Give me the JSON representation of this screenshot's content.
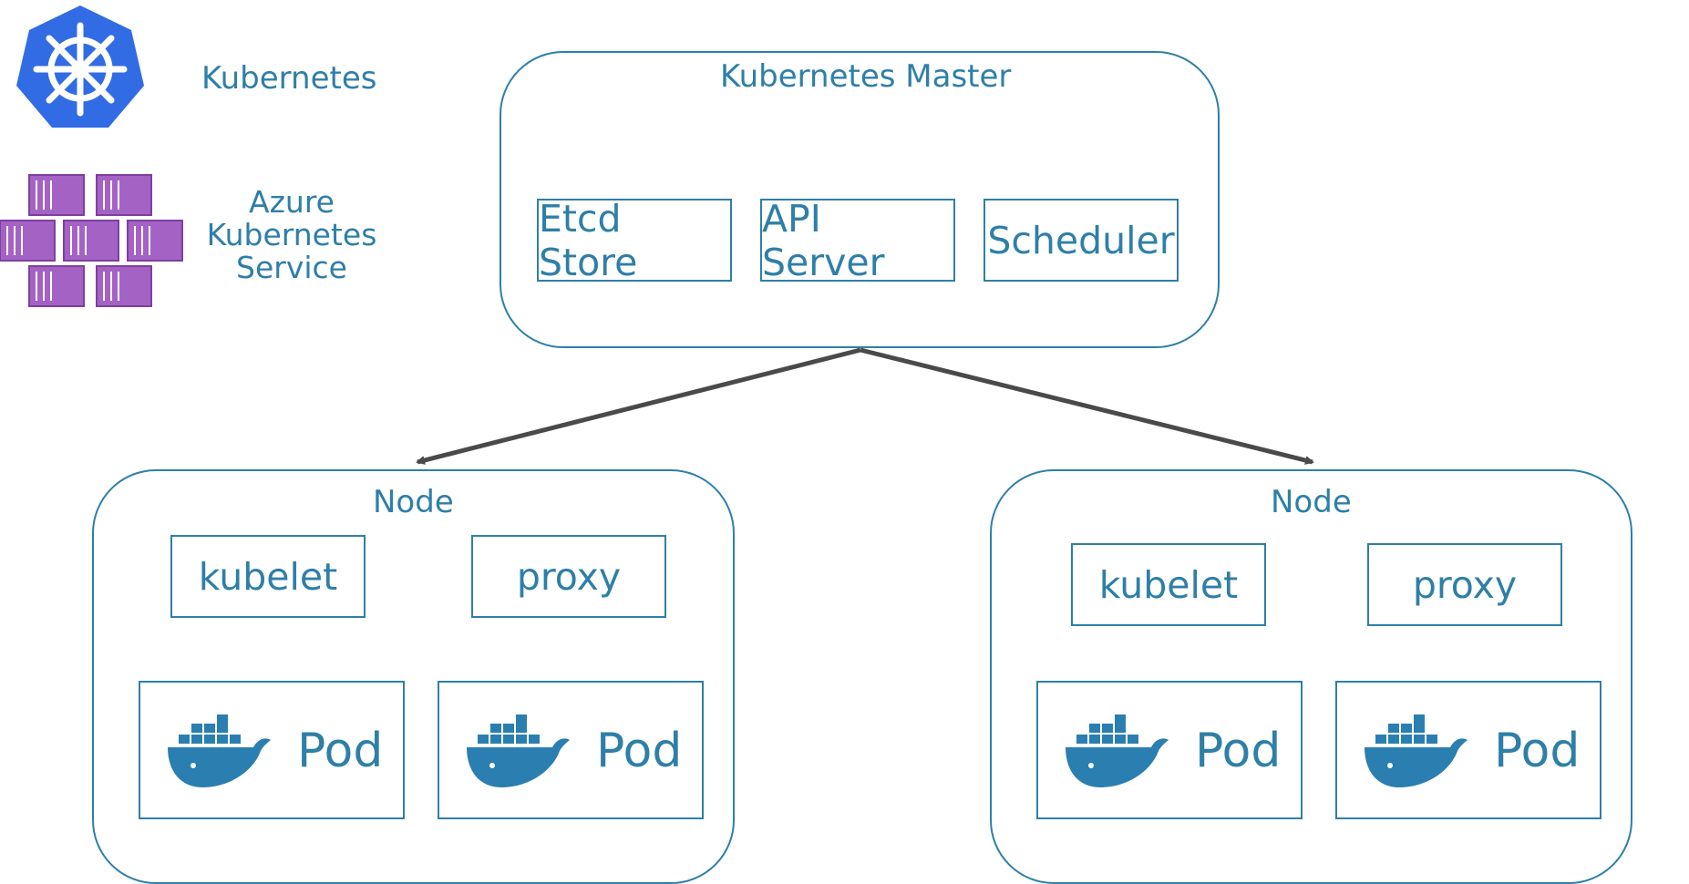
{
  "legend": {
    "kubernetes_label": "Kubernetes",
    "aks_label_lines": [
      "Azure",
      "Kubernetes",
      "Service"
    ]
  },
  "master": {
    "title": "Kubernetes Master",
    "components": [
      "Etcd Store",
      "API Server",
      "Scheduler"
    ]
  },
  "nodes": [
    {
      "title": "Node",
      "agents": [
        "kubelet",
        "proxy"
      ],
      "pods": [
        "Pod",
        "Pod"
      ]
    },
    {
      "title": "Node",
      "agents": [
        "kubelet",
        "proxy"
      ],
      "pods": [
        "Pod",
        "Pod"
      ]
    }
  ],
  "colors": {
    "primary": "#2E7FA8",
    "k8s_logo": "#326CE5",
    "aks_purple": "#A463C4",
    "docker_blue": "#2A7FB0",
    "arrow": "#4A4A4A"
  },
  "icons": [
    "kubernetes-logo-icon",
    "aks-logo-icon",
    "docker-whale-icon"
  ]
}
